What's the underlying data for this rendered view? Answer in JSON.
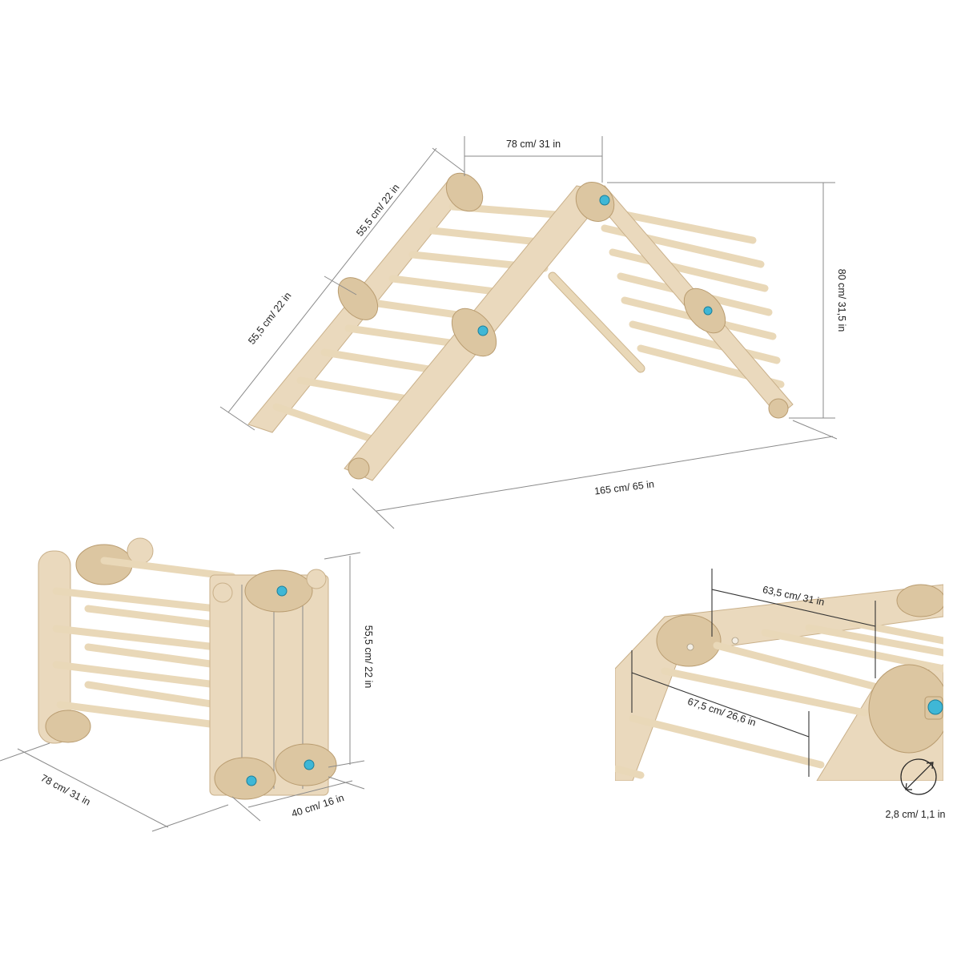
{
  "diagram": {
    "title": "Foldable climbing triangle – dimensions",
    "views": [
      {
        "id": "assembled-triangle",
        "description": "Triangle climber assembled (side perspective)",
        "dimensions": {
          "top_width": "78 cm/ 31 in",
          "ladder_upper_segment": "55,5 cm/ 22 in",
          "ladder_lower_segment": "55,5 cm/ 22 in",
          "height": "80 cm/ 31,5 in",
          "base_length": "165 cm/ 65 in"
        }
      },
      {
        "id": "folded-view",
        "description": "Triangle folded flat",
        "dimensions": {
          "length": "78 cm/ 31 in",
          "depth": "40 cm/ 16 in",
          "height": "55,5 cm/ 22 in"
        }
      },
      {
        "id": "rung-detail",
        "description": "Close-up of rungs",
        "dimensions": {
          "inner_width_top": "63,5 cm/ 31 in",
          "inner_width_lower": "67,5 cm/ 26,6 in",
          "rung_diameter": "2,8 cm/ 1,1 in"
        },
        "icons": [
          "diameter-icon"
        ]
      }
    ],
    "colors": {
      "wood": "#ead9bd",
      "wood_edge": "#c9b08a",
      "knob": "#3fb7d6",
      "dimension_line": "#8a8a8a",
      "text": "#222222"
    }
  }
}
